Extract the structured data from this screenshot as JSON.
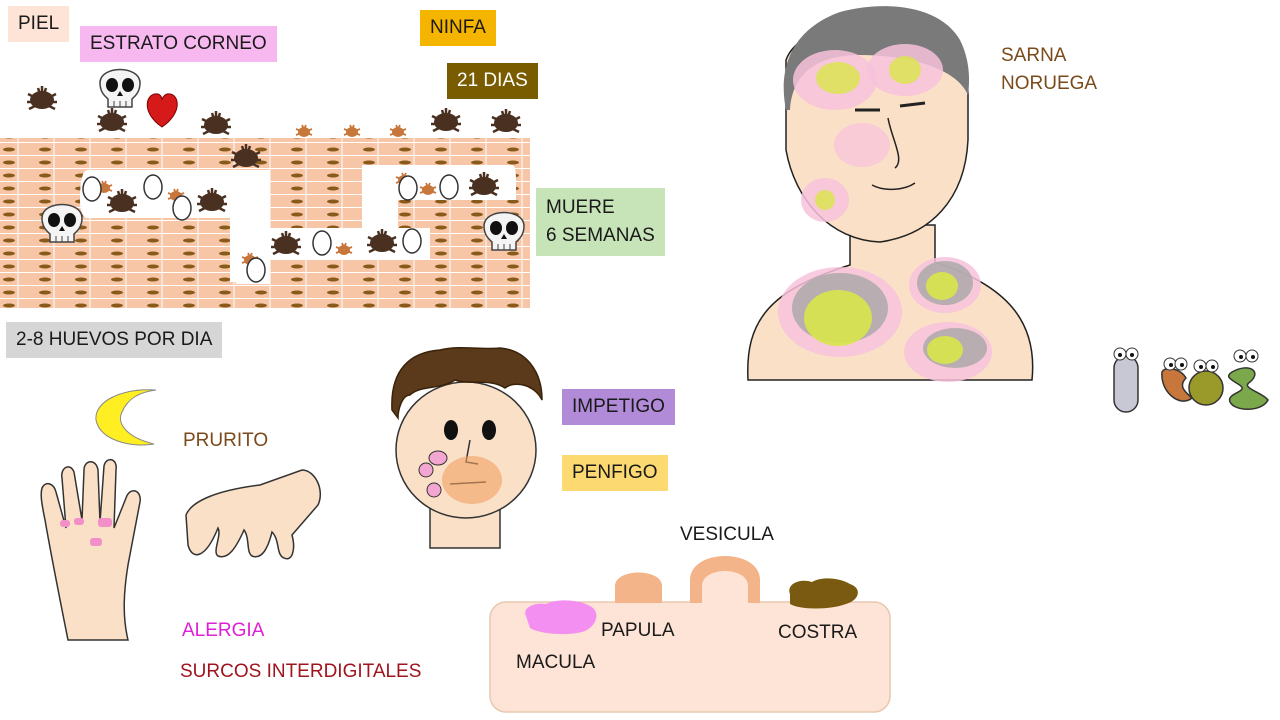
{
  "labels": {
    "piel": "PIEL",
    "estrato_corneo": "ESTRATO CORNEO",
    "ninfa": "NINFA",
    "dias_21": "21 DIAS",
    "muere_1": "MUERE",
    "muere_2": "6 SEMANAS",
    "huevos": "2-8 HUEVOS POR DIA",
    "sarna_1": "SARNA",
    "sarna_2": "NORUEGA",
    "prurito": "PRURITO",
    "impetigo": "IMPETIGO",
    "penfigo": "PENFIGO",
    "alergia": "ALERGIA",
    "surcos": "SURCOS INTERDIGITALES",
    "vesicula": "VESICULA",
    "papula": "PAPULA",
    "costra": "COSTRA",
    "macula": "MACULA"
  },
  "colors": {
    "piel_bg": "#fde4d6",
    "estrato_bg": "#f7b8f0",
    "ninfa_bg": "#f5b400",
    "dias_bg": "#7a5c00",
    "muere_bg": "#c7e3b8",
    "huevos_bg": "#d6d6d6",
    "impetigo_bg": "#b18ad8",
    "penfigo_bg": "#fcd971",
    "skin": "#fbe0c8",
    "mite": "#4a3020",
    "nymph": "#c8773c",
    "sarna_text": "#7a4a1a",
    "alergia_text": "#e01fd6",
    "surcos_text": "#a0141e",
    "prurito_text": "#7a4a1a"
  },
  "icons": [
    "mite-icon",
    "skull-icon",
    "heart-icon",
    "egg-icon",
    "nymph-icon",
    "moon-icon",
    "bacteria-icon"
  ]
}
